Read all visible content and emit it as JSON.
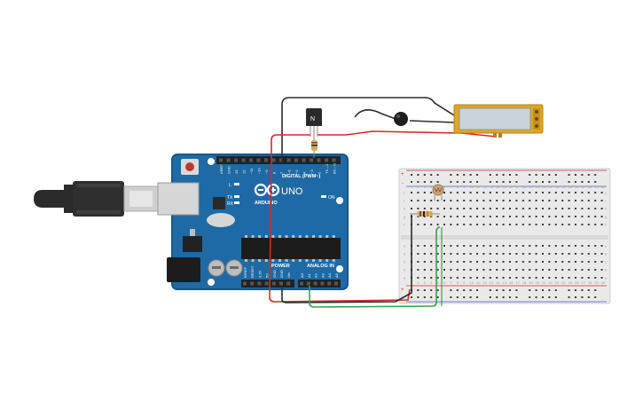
{
  "colors": {
    "background": "#ffffff",
    "board_blue": "#1f6aa5",
    "board_edge": "#17568a",
    "header_black": "#222222",
    "wire_red": "#d42a2a",
    "wire_black": "#2b2b2b",
    "wire_green": "#3aa14a",
    "breadboard": "#e9e9e9",
    "rail_red": "#d42a2a",
    "rail_blue": "#3a5fb8",
    "lcd_frame": "#e0a526",
    "lcd_screen": "#c9d3da",
    "transistor_body": "#2a2a2a",
    "usb_plug": "#2b2b2b",
    "usb_metal": "#cfcfcf"
  },
  "arduino": {
    "model_label": "UNO",
    "brand_label": "ARDUINO",
    "digital_label": "DIGITAL (PWM~)",
    "power_label": "POWER",
    "analog_label": "ANALOG IN",
    "on_label": "ON",
    "l_label": "L",
    "tx_label": "TX",
    "rx_label": "RX",
    "digital_pins": [
      "AREF",
      "GND",
      "13",
      "12",
      "~11",
      "~10",
      "~9",
      "8",
      "7",
      "~6",
      "~5",
      "4",
      "~3",
      "2",
      "TX→1",
      "RX←0"
    ],
    "power_pins": [
      "IOREF",
      "RESET",
      "3.3V",
      "5V",
      "GND",
      "GND",
      "Vin"
    ],
    "analog_pins": [
      "A0",
      "A1",
      "A2",
      "A3",
      "A4",
      "A5"
    ]
  },
  "transistor": {
    "label": "N"
  },
  "breadboard": {
    "rail_symbol_plus": "+",
    "rail_symbol_minus": "-",
    "row_letters_top": [
      "j",
      "i",
      "h",
      "g",
      "f"
    ],
    "row_letters_bottom": [
      "e",
      "d",
      "c",
      "b",
      "a"
    ]
  }
}
